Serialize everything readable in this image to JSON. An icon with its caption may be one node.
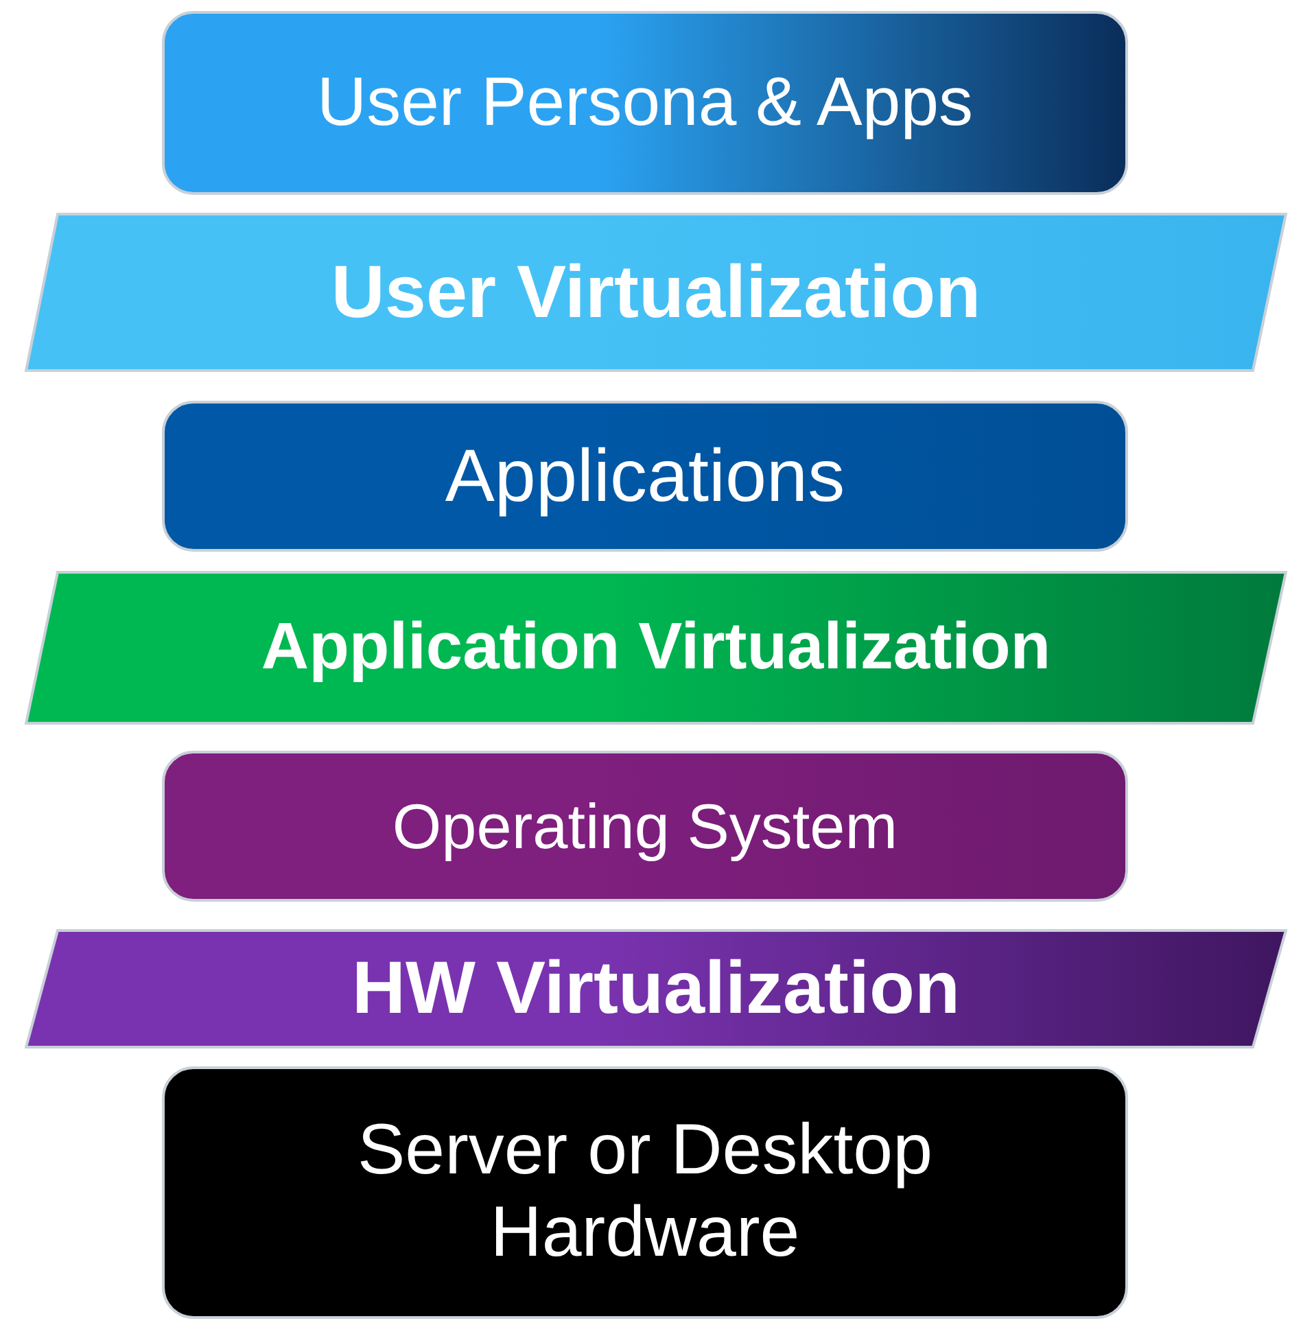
{
  "diagram": {
    "nodes": [
      {
        "text": [
          "User Persona & Apps"
        ]
      },
      {
        "text": [
          "User Virtualization"
        ]
      },
      {
        "text": [
          "Applications"
        ]
      },
      {
        "text": [
          "Application Virtualization"
        ]
      },
      {
        "text": [
          "Operating System"
        ]
      },
      {
        "text": [
          "HW Virtualization"
        ]
      },
      {
        "text": [
          "Server or Desktop Hardware"
        ]
      }
    ]
  }
}
